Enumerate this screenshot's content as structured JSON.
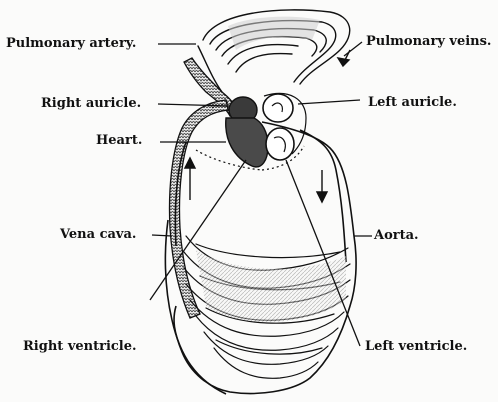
{
  "labels": {
    "pulmonary_artery": "Pulmonary artery.",
    "pulmonary_veins": "Pulmonary veins.",
    "right_auricle": "Right auricle.",
    "left_auricle": "Left auricle.",
    "heart": "Heart.",
    "vena_cava": "Vena cava.",
    "aorta": "Aorta.",
    "right_ventricle": "Right ventricle.",
    "left_ventricle": "Left ventricle."
  },
  "colors": {
    "ink": "#111111",
    "paper": "#fbfbfa"
  }
}
